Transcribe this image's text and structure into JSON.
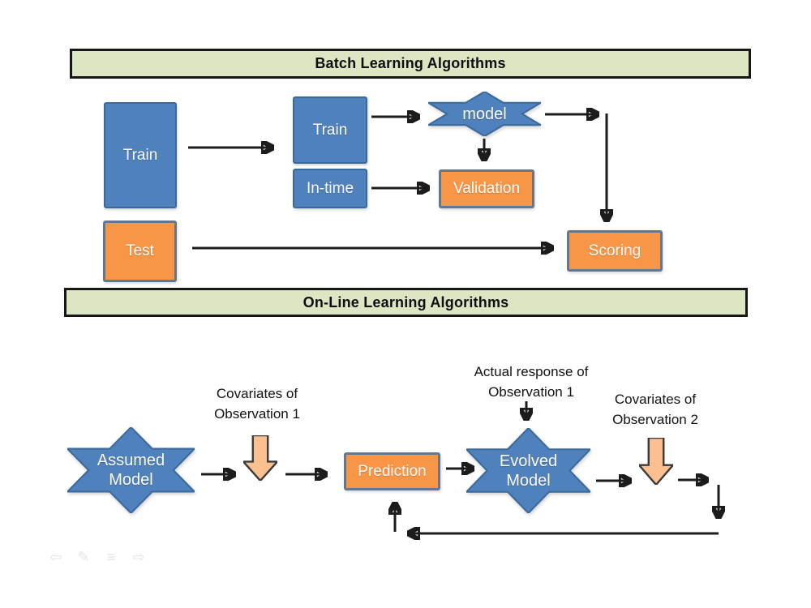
{
  "slide": {
    "sections": [
      {
        "title": "Batch Learning Algorithms"
      },
      {
        "title": "On-Line Learning Algorithms"
      }
    ],
    "batch": {
      "train_large": "Train",
      "train_small": "Train",
      "in_time": "In-time",
      "model_star": "model",
      "validation": "Validation",
      "test": "Test",
      "scoring": "Scoring"
    },
    "online": {
      "assumed_star": "Assumed\nModel",
      "evolved_star": "Evolved\nModel",
      "prediction": "Prediction",
      "label_covariates_1": "Covariates of\nObservation 1",
      "label_actual_response": "Actual response of\nObservation 1",
      "label_covariates_2": "Covariates of\nObservation 2"
    },
    "colors": {
      "blue_fill": "#4f81bd",
      "blue_border": "#3a6a9b",
      "orange_fill": "#f79646",
      "orange_border": "#64778c",
      "green_header_fill": "#dce6c3",
      "header_border": "#171717",
      "block_arrow_fill": "#fac090",
      "block_arrow_border": "#3a3a3a",
      "connector_color": "#1c1c1c"
    },
    "nav_icons": [
      {
        "name": "previous-slide-icon",
        "glyph": "⇦"
      },
      {
        "name": "pen-icon",
        "glyph": "✎"
      },
      {
        "name": "menu-icon",
        "glyph": "≡"
      },
      {
        "name": "next-slide-icon",
        "glyph": "⇨"
      }
    ]
  }
}
